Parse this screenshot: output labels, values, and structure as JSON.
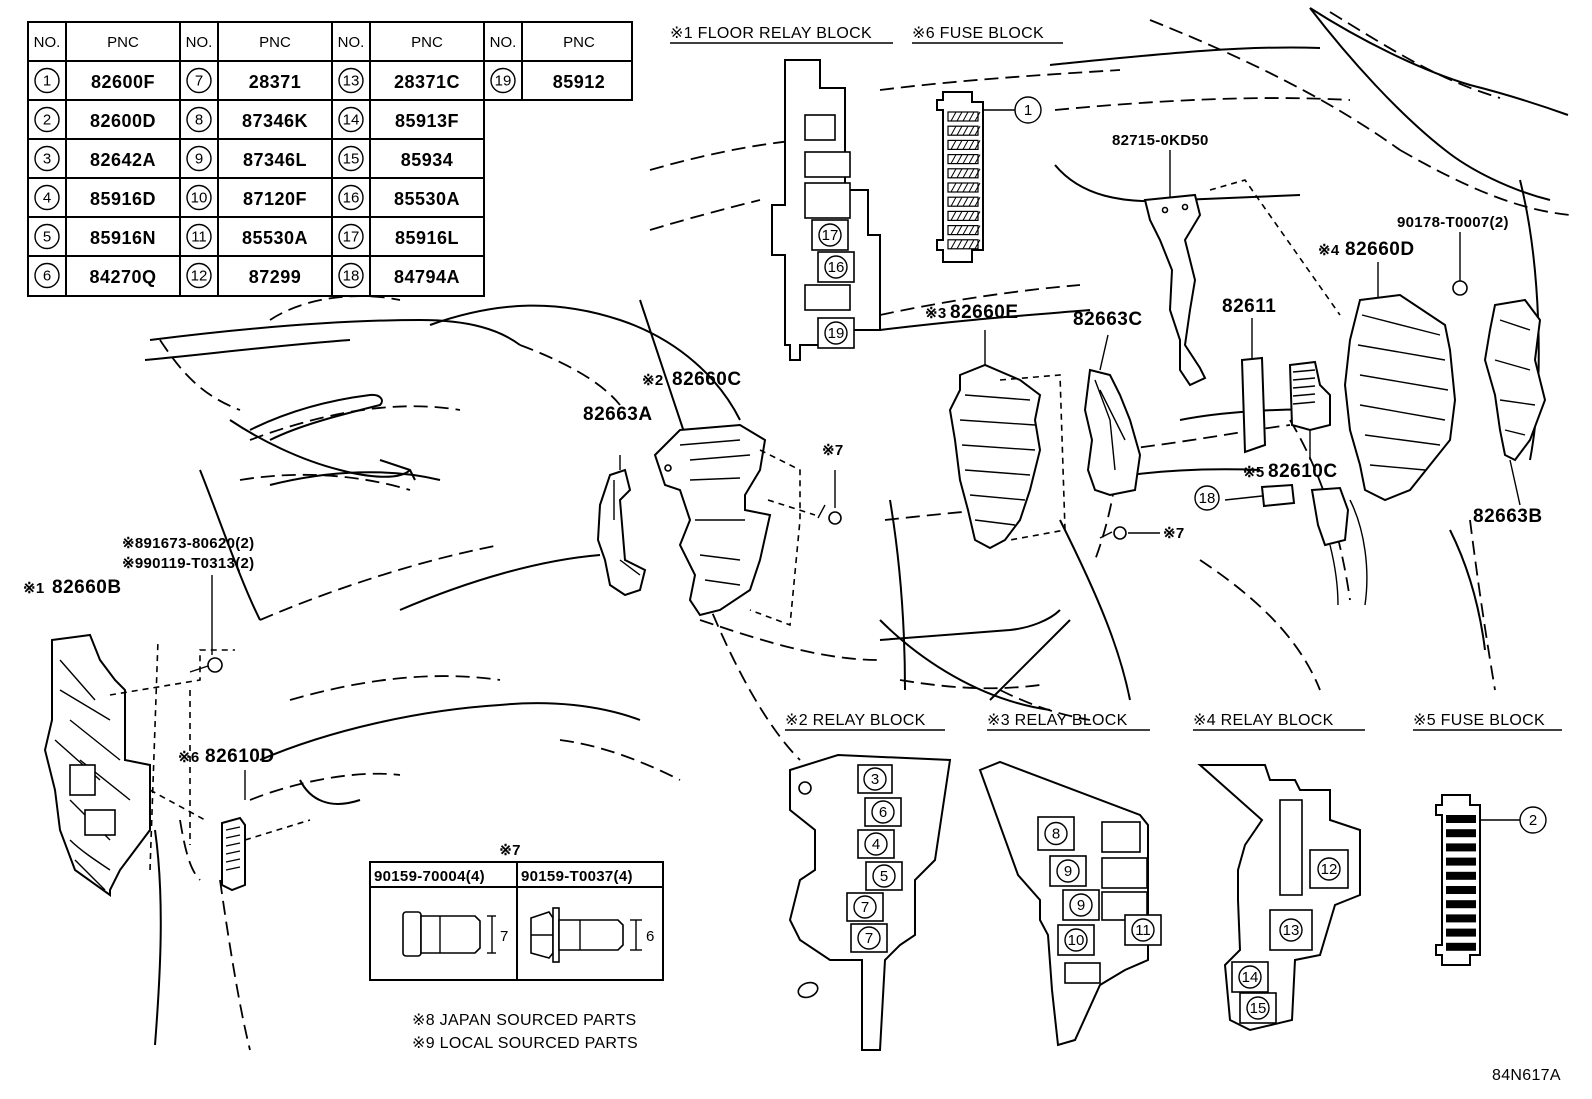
{
  "table": {
    "header_no": "NO.",
    "header_pnc": "PNC",
    "rows": [
      [
        {
          "no": "1",
          "pnc": "82600F"
        },
        {
          "no": "7",
          "pnc": "28371"
        },
        {
          "no": "13",
          "pnc": "28371C"
        },
        {
          "no": "19",
          "pnc": "85912"
        }
      ],
      [
        {
          "no": "2",
          "pnc": "82600D"
        },
        {
          "no": "8",
          "pnc": "87346K"
        },
        {
          "no": "14",
          "pnc": "85913F"
        },
        null
      ],
      [
        {
          "no": "3",
          "pnc": "82642A"
        },
        {
          "no": "9",
          "pnc": "87346L"
        },
        {
          "no": "15",
          "pnc": "85934"
        },
        null
      ],
      [
        {
          "no": "4",
          "pnc": "85916D"
        },
        {
          "no": "10",
          "pnc": "87120F"
        },
        {
          "no": "16",
          "pnc": "85530A"
        },
        null
      ],
      [
        {
          "no": "5",
          "pnc": "85916N"
        },
        {
          "no": "11",
          "pnc": "85530A"
        },
        {
          "no": "17",
          "pnc": "85916L"
        },
        null
      ],
      [
        {
          "no": "6",
          "pnc": "84270Q"
        },
        {
          "no": "12",
          "pnc": "87299"
        },
        {
          "no": "18",
          "pnc": "84794A"
        },
        null
      ]
    ]
  },
  "block_titles": {
    "floor_relay": "※1 FLOOR RELAY BLOCK",
    "fuse6": "※6 FUSE BLOCK",
    "relay2": "※2 RELAY BLOCK",
    "relay3": "※3 RELAY BLOCK",
    "relay4": "※4 RELAY BLOCK",
    "fuse5": "※5 FUSE BLOCK"
  },
  "part_labels": {
    "p82715": "82715-0KD50",
    "p90178": "90178-T0007(2)",
    "p82660D": "82660D",
    "p82660D_mark": "※4",
    "p82660E": "82660E",
    "p82660E_mark": "※3",
    "p82663C": "82663C",
    "p82611": "82611",
    "p82660C": "82660C",
    "p82660C_mark": "※2",
    "p82663A": "82663A",
    "p7a": "※7",
    "p7b": "※7",
    "p82610C": "82610C",
    "p82610C_mark": "※5",
    "p82663B": "82663B",
    "p891673": "※891673-80620(2)",
    "p990119": "※990119-T0313(2)",
    "p82660B": "82660B",
    "p82660B_mark": "※1",
    "p82610D": "82610D",
    "p82610D_mark": "※6"
  },
  "bolt_table": {
    "title": "※7",
    "col1": "90159-70004(4)",
    "col2": "90159-T0037(4)",
    "dim1": "7",
    "dim2": "6"
  },
  "floor_relay_callouts": [
    "17",
    "16",
    "19"
  ],
  "fuse6_callout": "1",
  "fuse5_callout": "2",
  "callout18": "18",
  "relay2_callouts": [
    "3",
    "6",
    "4",
    "5",
    "7",
    "7"
  ],
  "relay3_callouts": [
    "8",
    "9",
    "9",
    "10",
    "11"
  ],
  "relay4_callouts": [
    "12",
    "13",
    "14",
    "15"
  ],
  "notes": {
    "n8": "※8 JAPAN SOURCED PARTS",
    "n9": "※9 LOCAL SOURCED PARTS"
  },
  "diagram_code": "84N617A"
}
